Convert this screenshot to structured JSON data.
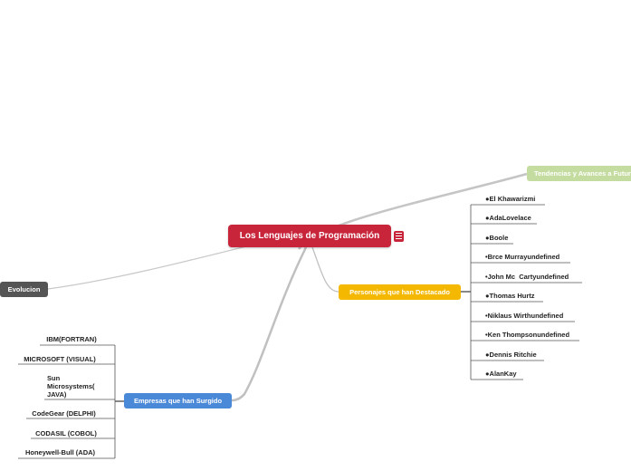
{
  "central": {
    "title": "Los Lenguajes de Programación",
    "icon": "notes-icon"
  },
  "branches": {
    "tendencias": "Tendencias y Avances a Futuro",
    "evolucion": "Evolucion",
    "personajes": "Personajes que han Destacado",
    "empresas": "Empresas que han Surgido"
  },
  "personajes": [
    "●El Khawarizmi",
    "●AdaLovelace",
    "●Boole",
    "•Brce Murrayundefined",
    "•John Mc  Cartyundefined",
    "●Thomas Hurtz",
    "•Niklaus Wirthundefined",
    "•Ken Thompsonundefined",
    "●Dennis Ritchie",
    "●AlanKay"
  ],
  "empresas": [
    "IBM(FORTRAN)",
    "MICROSOFT (VISUAL)",
    "Sun Microsystems( JAVA)",
    "CodeGear (DELPHI)",
    "CODASIL (COBOL)",
    "Honeywell-Bull (ADA)"
  ],
  "colors": {
    "central": "#c8243a",
    "evolucion": "#555555",
    "personajes": "#f5b800",
    "empresas": "#4a88d8",
    "tendencias": "#c5dca0"
  }
}
